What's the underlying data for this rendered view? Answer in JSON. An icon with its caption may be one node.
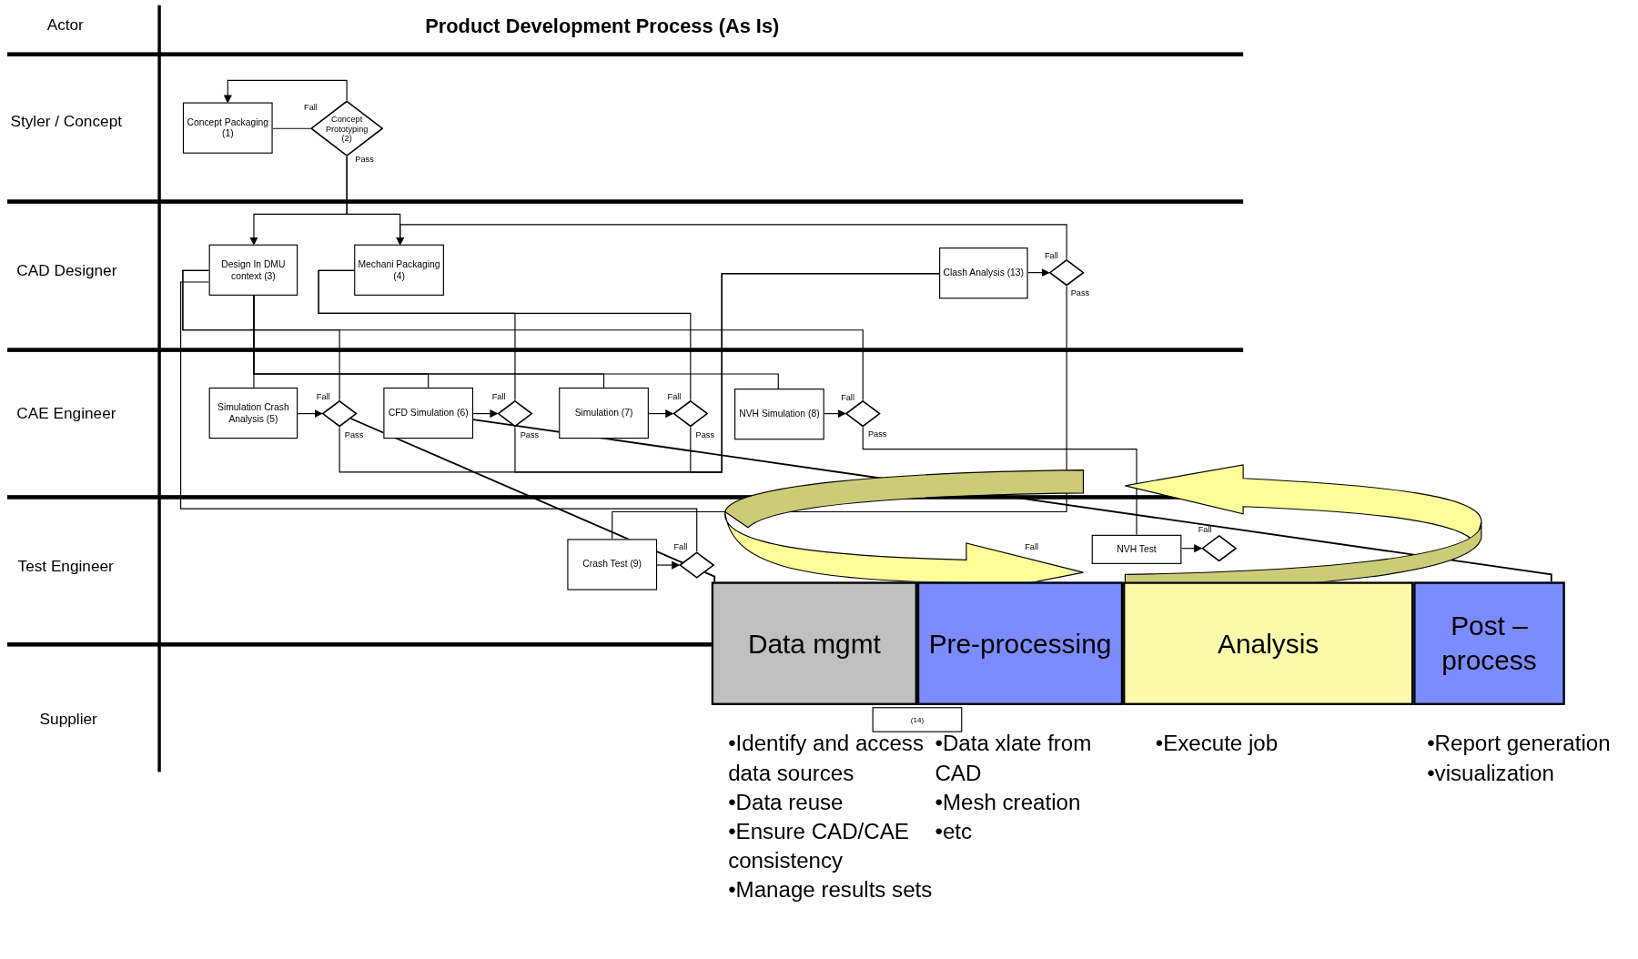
{
  "diagram": {
    "title": "Product Development Process (As Is)",
    "nodes": [
      {
        "text": [
          "Concept Packaging (1)"
        ]
      },
      {
        "text": [
          "Concept Prototyping (2)"
        ]
      },
      {
        "text": [
          "Design In DMU context (3)"
        ]
      },
      {
        "text": [
          "Mechani Packaging (4)"
        ]
      },
      {
        "text": [
          "Clash Analysis (13)"
        ]
      },
      {
        "text": [],
        "shape": "diamond"
      },
      {
        "text": [
          "Simulation Crash Analysis (5)"
        ]
      },
      {
        "text": [],
        "shape": "diamond"
      },
      {
        "text": [
          "CFD Simulation (6)"
        ]
      },
      {
        "text": [],
        "shape": "diamond"
      },
      {
        "text": [
          "Simulation (7)"
        ]
      },
      {
        "text": [],
        "shape": "diamond"
      },
      {
        "text": [
          "NVH Simulation (8)"
        ]
      },
      {
        "text": [],
        "shape": "diamond"
      },
      {
        "text": [
          "Crash Test (9)"
        ]
      },
      {
        "text": [],
        "shape": "diamond"
      },
      {
        "text": [
          "NVH Test"
        ]
      },
      {
        "text": [],
        "shape": "diamond"
      },
      {
        "text": [
          "(14)"
        ]
      },
      {
        "text": [
          "Data mgmt"
        ],
        "beside": [
          "•Identify and access data sources",
          "•Data reuse",
          "•Ensure CAD/CAE consistency",
          "•Manage results sets"
        ]
      },
      {
        "text": [
          "Pre-processing"
        ],
        "beside": [
          "•Data xlate from CAD",
          "•Mesh creation",
          "•etc"
        ]
      },
      {
        "text": [
          "Analysis"
        ],
        "beside": [
          "•Execute job"
        ]
      },
      {
        "text": [
          "Post – process"
        ],
        "beside": [
          "•Report generation",
          "•visualization"
        ]
      }
    ],
    "edges": [
      {
        "from": 1,
        "to": 0,
        "arrow": "to"
      },
      {
        "from": 0,
        "to": 1,
        "arrow": "none"
      },
      {
        "from": 1,
        "to": 2,
        "arrow": "to"
      },
      {
        "from": 1,
        "to": 3,
        "arrow": "to"
      },
      {
        "from": 6,
        "to": 7,
        "arrow": "to"
      },
      {
        "from": 8,
        "to": 9,
        "arrow": "to"
      },
      {
        "from": 10,
        "to": 11,
        "arrow": "to"
      },
      {
        "from": 12,
        "to": 13,
        "arrow": "to"
      },
      {
        "from": 4,
        "to": 5,
        "arrow": "to"
      },
      {
        "from": 14,
        "to": 15,
        "arrow": "to"
      },
      {
        "from": 16,
        "to": 17,
        "arrow": "to"
      },
      {
        "from": 2,
        "to": 6,
        "arrow": "none"
      },
      {
        "from": 2,
        "to": 8,
        "arrow": "none"
      },
      {
        "from": 2,
        "to": 10,
        "arrow": "none"
      },
      {
        "from": 2,
        "to": 12,
        "arrow": "none"
      },
      {
        "from": 7,
        "to": 2,
        "arrow": "none"
      },
      {
        "from": 9,
        "to": 3,
        "arrow": "none"
      },
      {
        "from": 11,
        "to": 3,
        "arrow": "none"
      },
      {
        "from": 13,
        "to": 2,
        "arrow": "none"
      },
      {
        "from": 7,
        "to": 4,
        "arrow": "none"
      },
      {
        "from": 9,
        "to": 4,
        "arrow": "none"
      },
      {
        "from": 11,
        "to": 4,
        "arrow": "none"
      },
      {
        "from": 5,
        "to": 14,
        "arrow": "none"
      },
      {
        "from": 13,
        "to": 16,
        "arrow": "none"
      },
      {
        "from": 5,
        "to": 3,
        "arrow": "to"
      },
      {
        "from": 15,
        "to": 2,
        "arrow": "none"
      },
      {
        "from": 7,
        "to": 19,
        "arrow": "none"
      },
      {
        "from": 8,
        "to": 22,
        "arrow": "none"
      }
    ],
    "labels": [
      "Actor",
      "Styler / Concept",
      "CAD Designer",
      "CAE Engineer",
      "Test Engineer",
      "Supplier",
      "Fall",
      "Pass",
      "Fall",
      "Pass",
      "Fall",
      "Pass",
      "Fall",
      "Pass",
      "Fall",
      "Pass",
      "Fall",
      "Pass",
      "Fall",
      "Fall",
      "Fall"
    ]
  }
}
